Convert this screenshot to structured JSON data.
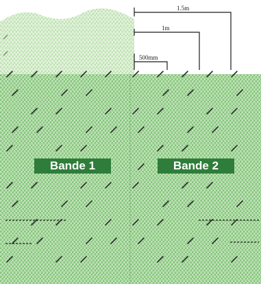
{
  "diagram": {
    "dimensions": [
      {
        "label": "1.5m"
      },
      {
        "label": "1m"
      },
      {
        "label": "500mm"
      }
    ],
    "bands": [
      {
        "label": "Bande 1"
      },
      {
        "label": "Bande 2"
      }
    ],
    "colors": {
      "mesh_light": "#d6ecc9",
      "mesh_dark": "#7cc07a",
      "mesh_base": "#9fd396",
      "stake": "#2b2b2b",
      "band_label_bg": "#2e7d3a"
    }
  }
}
